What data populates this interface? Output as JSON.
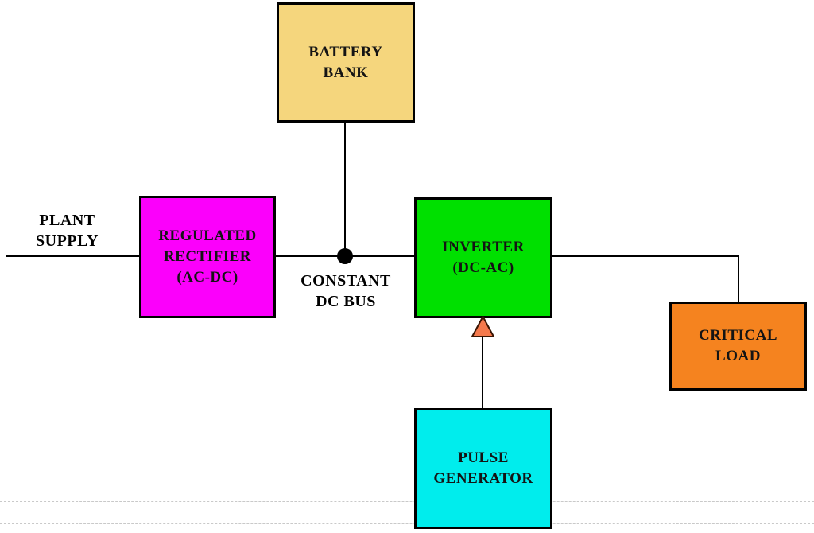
{
  "diagram": {
    "description": "UPS power system block diagram",
    "boxes": {
      "battery": {
        "line1": "BATTERY",
        "line2": "BANK",
        "fill": "#F5D67D"
      },
      "rectifier": {
        "line1": "REGULATED",
        "line2": "RECTIFIER",
        "line3": "(AC-DC)",
        "fill": "#FB00FB"
      },
      "inverter": {
        "line1": "INVERTER",
        "line2": "(DC-AC)",
        "fill": "#00E000"
      },
      "pulse": {
        "line1": "PULSE",
        "line2": "GENERATOR",
        "fill": "#00EDED"
      },
      "critical": {
        "line1": "CRITICAL",
        "line2": "LOAD",
        "fill": "#F5831F"
      }
    },
    "labels": {
      "plant_supply": {
        "line1": "PLANT",
        "line2": "SUPPLY"
      },
      "constant_dc_bus": {
        "line1": "CONSTANT",
        "line2": "DC BUS"
      }
    },
    "colors": {
      "wire": "#000000",
      "junction_dot": "#000000",
      "box_border": "#000000",
      "arrow_fill": "#F5794C",
      "arrow_stroke": "#3a1503"
    }
  }
}
